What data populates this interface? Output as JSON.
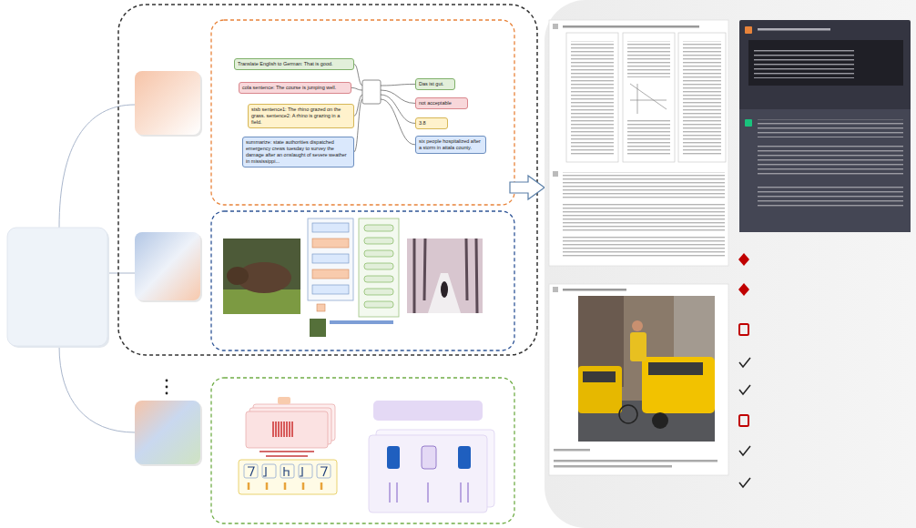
{
  "diagram": {
    "nodes": [
      {
        "text": [
          "Translate English to German: That is good."
        ]
      },
      {
        "text": [
          "cola sentence: The course is jumping well."
        ]
      },
      {
        "text": [
          "stsb sentence1: The rhino grazed on the grass. sentence2: A rhino is grazing in a field."
        ]
      },
      {
        "text": [
          "summarize: state authorities dispatched emergency crews tuesday to survey the damage after an onslaught of severe weather in mississippi..."
        ]
      },
      {
        "text": [
          "Das ist gut."
        ]
      },
      {
        "text": [
          "not acceptable"
        ]
      },
      {
        "text": [
          "3.8"
        ]
      },
      {
        "text": [
          "six people hospitalized after a storm in attala county."
        ]
      }
    ]
  }
}
